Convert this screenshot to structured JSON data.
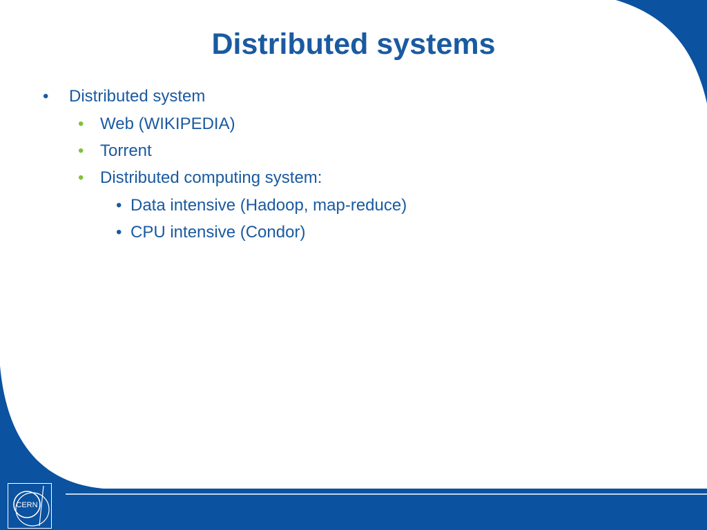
{
  "slide": {
    "title": "Distributed systems"
  },
  "bullets": [
    {
      "level": 1,
      "marker": "•",
      "text": "Distributed system"
    },
    {
      "level": 2,
      "marker": "•",
      "text": "Web (WIKIPEDIA)"
    },
    {
      "level": 2,
      "marker": "•",
      "text": "Torrent"
    },
    {
      "level": 2,
      "marker": "•",
      "text": "Distributed computing system:"
    },
    {
      "level": 3,
      "marker": "•",
      "text": "Data intensive (Hadoop, map-reduce)"
    },
    {
      "level": 3,
      "marker": "•",
      "text": "CPU intensive (Condor)"
    }
  ],
  "footer": {
    "logo_text": "CERN",
    "logo_icon": "cern-logo-icon"
  },
  "colors": {
    "frame_blue": "#0b52a0",
    "title_blue": "#1a5aa0",
    "sub_bullet_green": "#7fc23b",
    "footer_line": "#ffffff"
  }
}
